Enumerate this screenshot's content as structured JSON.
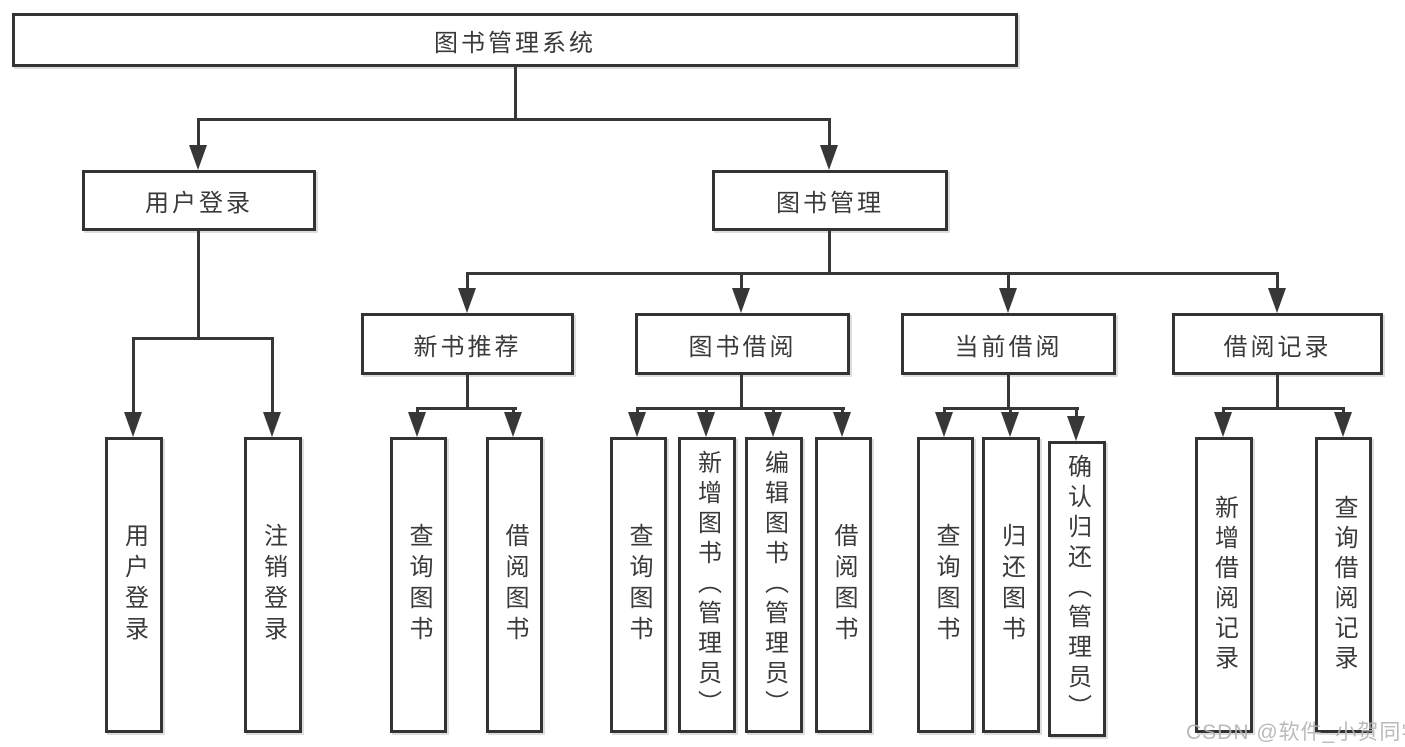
{
  "diagram": {
    "type": "hierarchy",
    "nodes": {
      "root": "图书管理系统",
      "user_login": "用户登录",
      "book_mgmt": "图书管理",
      "new_book_rec": "新书推荐",
      "book_borrow": "图书借阅",
      "current_borrow": "当前借阅",
      "borrow_record": "借阅记录",
      "ul_user_login": "用户登录",
      "ul_logout": "注销登录",
      "nbr_query_book": "查询图书",
      "nbr_borrow_book": "借阅图书",
      "bb_query_book": "查询图书",
      "bb_add_book_admin": "新增图书（管理员）",
      "bb_edit_book_admin": "编辑图书（管理员）",
      "bb_borrow_book": "借阅图书",
      "cb_query_book": "查询图书",
      "cb_return_book": "归还图书",
      "cb_confirm_return_admin": "确认归还（管理员）",
      "br_add_record": "新增借阅记录",
      "br_query_record": "查询借阅记录"
    },
    "edges": [
      [
        "root",
        "user_login"
      ],
      [
        "root",
        "book_mgmt"
      ],
      [
        "user_login",
        "ul_user_login"
      ],
      [
        "user_login",
        "ul_logout"
      ],
      [
        "book_mgmt",
        "new_book_rec"
      ],
      [
        "book_mgmt",
        "book_borrow"
      ],
      [
        "book_mgmt",
        "current_borrow"
      ],
      [
        "book_mgmt",
        "borrow_record"
      ],
      [
        "new_book_rec",
        "nbr_query_book"
      ],
      [
        "new_book_rec",
        "nbr_borrow_book"
      ],
      [
        "book_borrow",
        "bb_query_book"
      ],
      [
        "book_borrow",
        "bb_add_book_admin"
      ],
      [
        "book_borrow",
        "bb_edit_book_admin"
      ],
      [
        "book_borrow",
        "bb_borrow_book"
      ],
      [
        "current_borrow",
        "cb_query_book"
      ],
      [
        "current_borrow",
        "cb_return_book"
      ],
      [
        "current_borrow",
        "cb_confirm_return_admin"
      ],
      [
        "borrow_record",
        "br_add_record"
      ],
      [
        "borrow_record",
        "br_query_record"
      ]
    ],
    "colors": {
      "line": "#373737",
      "box_border": "#333333",
      "text": "#3a3a3a",
      "background": "#ffffff",
      "watermark": "#b2b2b2"
    }
  },
  "watermark": "CSDN @软件_小贺同学"
}
